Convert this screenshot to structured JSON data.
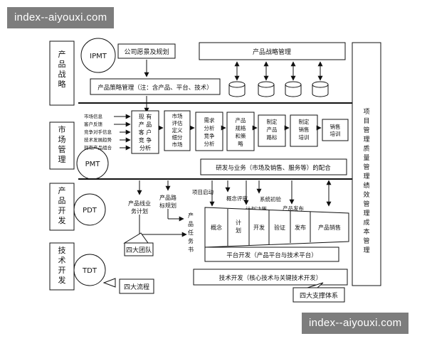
{
  "watermark": "index--aiyouxi.com",
  "side_labels": {
    "strategy": [
      "产",
      "品",
      "战",
      "略"
    ],
    "market": [
      "市",
      "场",
      "管",
      "理"
    ],
    "dev": [
      "产",
      "品",
      "开",
      "发"
    ],
    "tech": [
      "技",
      "术",
      "开",
      "发"
    ],
    "pm": [
      "项",
      "目",
      "管",
      "理",
      "质",
      "量",
      "管",
      "理",
      "绩",
      "效",
      "管",
      "理",
      "成",
      "本",
      "管",
      "理"
    ]
  },
  "teams": {
    "ipmt": "IPMT",
    "pmt": "PMT",
    "pdt": "PDT",
    "tdt": "TDT"
  },
  "boxes": {
    "vision": "公司愿景及规划",
    "prod_strategy_mgmt": "产品战略管理",
    "portfolio": "产品策略管理（注：含产品、平台、技术）",
    "coordination": "研发与业务（市场及销售、服务等）的配合",
    "platform_dev": "平台开发（产品平台与技术平台）",
    "tech_dev": "技术开发（核心技术与关键技术开发）"
  },
  "inputs": [
    "市场信息",
    "客户反馈",
    "竞争对手信息",
    "技术发展趋势",
    "现有产品组合"
  ],
  "market_chain": [
    [
      "现 有",
      "产 品",
      "客 户",
      "竞 争",
      "分析"
    ],
    [
      "市场",
      "评估",
      "定义",
      "细分",
      "市场"
    ],
    [
      "需求",
      "分析",
      "竞争",
      "分析"
    ],
    [
      "产品",
      "规格",
      "和策",
      "略"
    ],
    [
      "制定",
      "产品",
      "路标"
    ],
    [
      "制定",
      "销售",
      "培训"
    ],
    [
      "销售",
      "培训"
    ]
  ],
  "dev_labels": {
    "biz_plan": [
      "产品线业",
      "务计划"
    ],
    "roadmap": [
      "产品路",
      "标规划"
    ],
    "task": [
      "产",
      "品",
      "任",
      "务",
      "书"
    ],
    "launch": "项目启动",
    "concept_review": "概念评审",
    "decision": "计划决策",
    "system_check": "系统初验",
    "release": "产品发布"
  },
  "phases": [
    "概念",
    "计\n划",
    "开发",
    "验证",
    "发布",
    "产品销售"
  ],
  "callouts": {
    "teams": "四大团队",
    "flows": "四大流程",
    "support": "四大支撑体系"
  }
}
